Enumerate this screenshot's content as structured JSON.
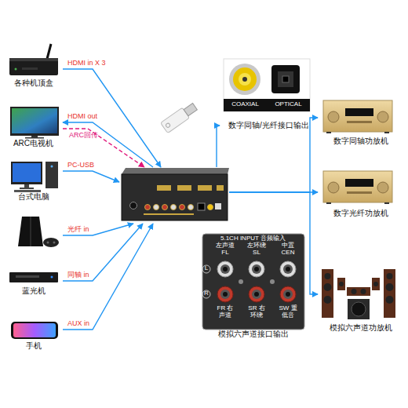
{
  "diagram": {
    "nodes": [
      {
        "text": [
          "各种机顶盒"
        ]
      },
      {
        "text": [
          "ARC电视机"
        ]
      },
      {
        "text": [
          "台式电脑"
        ]
      },
      {
        "text": []
      },
      {
        "text": [
          "蓝光机"
        ]
      },
      {
        "text": [
          "手机"
        ]
      },
      {
        "text": []
      },
      {
        "text": [
          "COAXIAL",
          "OPTICAL",
          "数字同轴/光纤接口输出"
        ]
      },
      {
        "text": [
          "数字同轴功放机"
        ]
      },
      {
        "text": [
          "数字光纤功放机"
        ]
      },
      {
        "text": [
          "模拟六声道功放机"
        ]
      },
      {
        "text": [
          "5.1CH INPUT 音频输入",
          "左声道 FL",
          "左环绕 SL",
          "中置 CEN",
          "FR 右声道",
          "SR 右环绕",
          "SW 重低音",
          "模拟六声道接口输出"
        ]
      }
    ],
    "edges": [
      {
        "from": 0,
        "to": 6,
        "label": "HDMI in X 3",
        "arrow": "to"
      },
      {
        "from": 6,
        "to": 1,
        "label": "HDMI out",
        "arrow": "to"
      },
      {
        "from": 1,
        "to": 6,
        "label": "ARC回传",
        "arrow": "to"
      },
      {
        "from": 2,
        "to": 6,
        "label": "PC-USB",
        "arrow": "to"
      },
      {
        "from": 3,
        "to": 6,
        "label": "光纤 in",
        "arrow": "to"
      },
      {
        "from": 4,
        "to": 6,
        "label": "同轴 in",
        "arrow": "to"
      },
      {
        "from": 5,
        "to": 6,
        "label": "AUX in",
        "arrow": "to"
      },
      {
        "from": 6,
        "to": 7,
        "arrow": "to"
      },
      {
        "from": 6,
        "to": 8,
        "arrow": "to"
      },
      {
        "from": 6,
        "to": 9,
        "arrow": "to"
      },
      {
        "from": 6,
        "to": 10,
        "arrow": "to"
      }
    ],
    "labels": [
      "L",
      "R"
    ]
  }
}
